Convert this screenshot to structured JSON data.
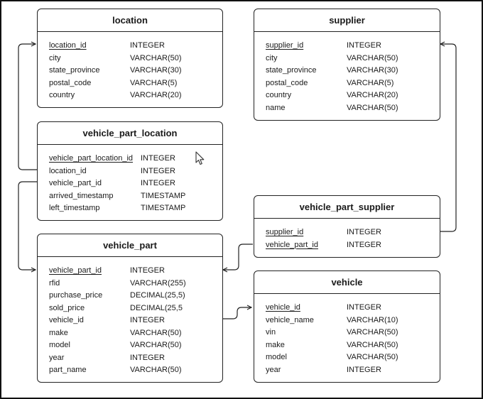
{
  "tables": {
    "location": {
      "title": "location",
      "columns": [
        {
          "name": "location_id",
          "type": "INTEGER",
          "pk": true
        },
        {
          "name": "city",
          "type": "VARCHAR(50)"
        },
        {
          "name": "state_province",
          "type": "VARCHAR(30)"
        },
        {
          "name": "postal_code",
          "type": "VARCHAR(5)"
        },
        {
          "name": "country",
          "type": "VARCHAR(20)"
        }
      ]
    },
    "supplier": {
      "title": "supplier",
      "columns": [
        {
          "name": "supplier_id",
          "type": "INTEGER",
          "pk": true
        },
        {
          "name": "city",
          "type": "VARCHAR(50)"
        },
        {
          "name": "state_province",
          "type": "VARCHAR(30)"
        },
        {
          "name": "postal_code",
          "type": "VARCHAR(5)"
        },
        {
          "name": "country",
          "type": "VARCHAR(20)"
        },
        {
          "name": "name",
          "type": "VARCHAR(50)"
        }
      ]
    },
    "vehicle_part_location": {
      "title": "vehicle_part_location",
      "columns": [
        {
          "name": "vehicle_part_location_id",
          "type": "INTEGER",
          "pk": true
        },
        {
          "name": "location_id",
          "type": "INTEGER"
        },
        {
          "name": "vehicle_part_id",
          "type": "INTEGER"
        },
        {
          "name": "arrived_timestamp",
          "type": "TIMESTAMP"
        },
        {
          "name": "left_timestamp",
          "type": "TIMESTAMP"
        }
      ]
    },
    "vehicle_part_supplier": {
      "title": "vehicle_part_supplier",
      "columns": [
        {
          "name": "supplier_id",
          "type": "INTEGER",
          "pk": true
        },
        {
          "name": "vehicle_part_id",
          "type": "INTEGER",
          "pk": true
        }
      ]
    },
    "vehicle_part": {
      "title": "vehicle_part",
      "columns": [
        {
          "name": "vehicle_part_id",
          "type": "INTEGER",
          "pk": true
        },
        {
          "name": "rfid",
          "type": "VARCHAR(255)"
        },
        {
          "name": "purchase_price",
          "type": "DECIMAL(25,5)"
        },
        {
          "name": "sold_price",
          "type": "DECIMAL(25,5"
        },
        {
          "name": "vehicle_id",
          "type": "INTEGER"
        },
        {
          "name": "make",
          "type": "VARCHAR(50)"
        },
        {
          "name": "model",
          "type": "VARCHAR(50)"
        },
        {
          "name": "year",
          "type": "INTEGER"
        },
        {
          "name": "part_name",
          "type": "VARCHAR(50)"
        }
      ]
    },
    "vehicle": {
      "title": "vehicle",
      "columns": [
        {
          "name": "vehicle_id",
          "type": "INTEGER",
          "pk": true
        },
        {
          "name": "vehicle_name",
          "type": "VARCHAR(10)"
        },
        {
          "name": "vin",
          "type": "VARCHAR(50)"
        },
        {
          "name": "make",
          "type": "VARCHAR(50)"
        },
        {
          "name": "model",
          "type": "VARCHAR(50)"
        },
        {
          "name": "year",
          "type": "INTEGER"
        }
      ]
    }
  },
  "relationships": [
    {
      "from": "vehicle_part_location.location_id",
      "to": "location.location_id"
    },
    {
      "from": "vehicle_part_location.vehicle_part_id",
      "to": "vehicle_part.vehicle_part_id"
    },
    {
      "from": "vehicle_part_supplier.supplier_id",
      "to": "supplier.supplier_id"
    },
    {
      "from": "vehicle_part_supplier.vehicle_part_id",
      "to": "vehicle_part.vehicle_part_id"
    },
    {
      "from": "vehicle_part.vehicle_id",
      "to": "vehicle.vehicle_id"
    }
  ],
  "colors": {
    "line": "#222222",
    "background": "#ffffff",
    "text": "#1a1a1a"
  },
  "cursor_icon": "mouse-pointer-icon"
}
